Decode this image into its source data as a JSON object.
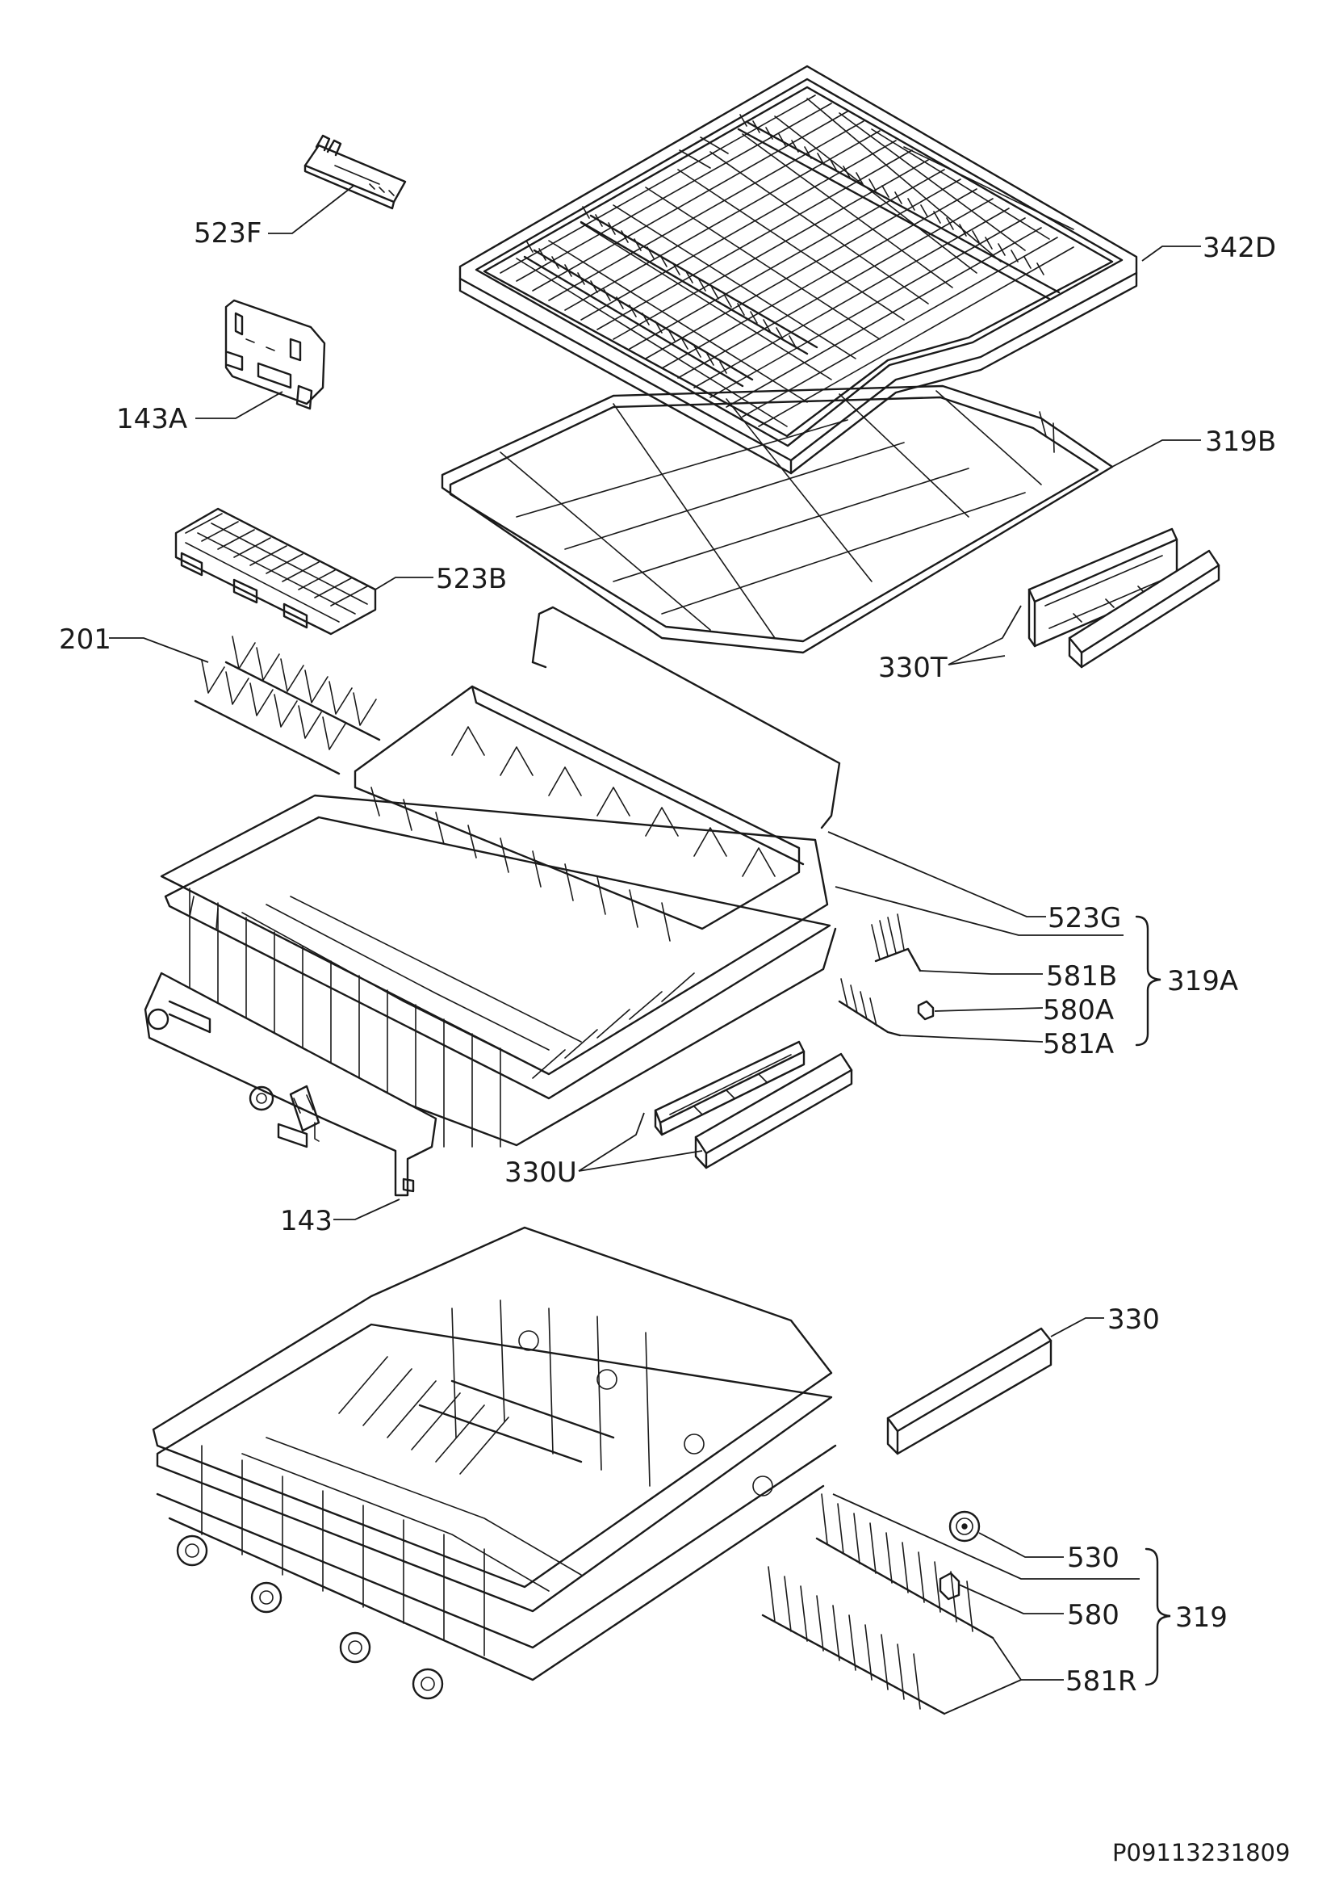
{
  "parts": {
    "p523F": "523F",
    "p143A": "143A",
    "p342D": "342D",
    "p319B": "319B",
    "p523B": "523B",
    "p201": "201",
    "p330T": "330T",
    "p523G": "523G",
    "p581B": "581B",
    "p580A": "580A",
    "p581A": "581A",
    "p319A": "319A",
    "p330U": "330U",
    "p143": "143",
    "p330": "330",
    "p530": "530",
    "p580": "580",
    "p581R": "581R",
    "p319": "319"
  },
  "document_number": "P09113231809"
}
